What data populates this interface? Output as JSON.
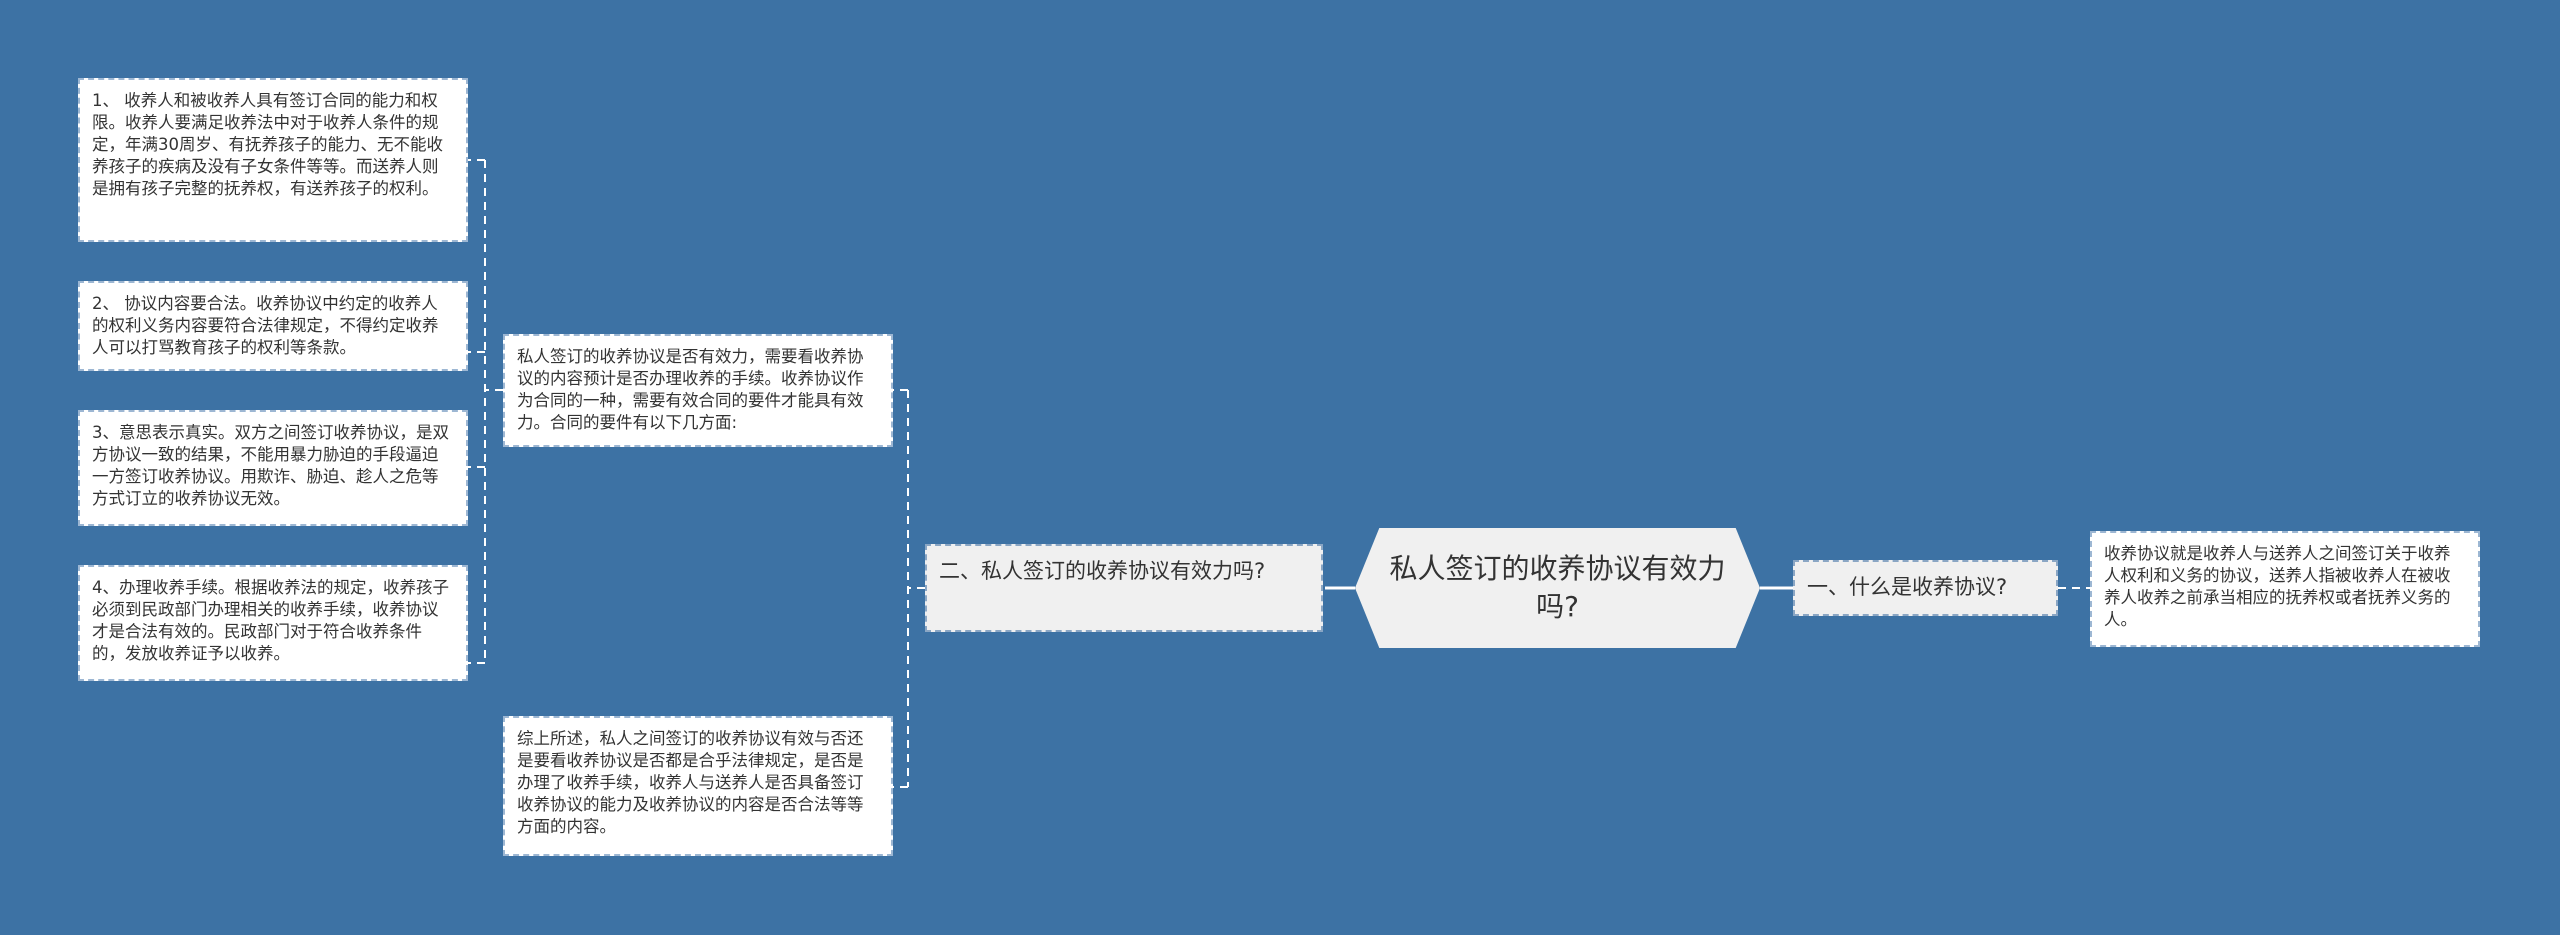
{
  "root": {
    "title": "私人签订的收养协议有效力吗?"
  },
  "right_branch": {
    "label": "一、什么是收养协议?",
    "children": [
      {
        "text": "收养协议就是收养人与送养人之间签订关于收养人权利和义务的协议，送养人指被收养人在被收养人收养之前承当相应的抚养权或者抚养义务的人。"
      }
    ]
  },
  "left_branch": {
    "label": "二、私人签订的收养协议有效力吗?",
    "children": [
      {
        "text": "私人签订的收养协议是否有效力，需要看收养协议的内容预计是否办理收养的手续。收养协议作为合同的一种，需要有效合同的要件才能具有效力。合同的要件有以下几方面:",
        "children": [
          {
            "text": "1、 收养人和被收养人具有签订合同的能力和权限。收养人要满足收养法中对于收养人条件的规定，年满30周岁、有抚养孩子的能力、无不能收养孩子的疾病及没有子女条件等等。而送养人则是拥有孩子完整的抚养权，有送养孩子的权利。"
          },
          {
            "text": "2、 协议内容要合法。收养协议中约定的收养人的权利义务内容要符合法律规定，不得约定收养人可以打骂教育孩子的权利等条款。"
          },
          {
            "text": "3、意思表示真实。双方之间签订收养协议，是双方协议一致的结果，不能用暴力胁迫的手段逼迫一方签订收养协议。用欺诈、胁迫、趁人之危等方式订立的收养协议无效。"
          },
          {
            "text": "4、办理收养手续。根据收养法的规定，收养孩子必须到民政部门办理相关的收养手续，收养协议才是合法有效的。民政部门对于符合收养条件的，发放收养证予以收养。"
          }
        ]
      },
      {
        "text": "综上所述，私人之间签订的收养协议有效与否还是要看收养协议是否都是合乎法律规定，是否是办理了收养手续，收养人与送养人是否具备签订收养协议的能力及收养协议的内容是否合法等等方面的内容。"
      }
    ]
  },
  "colors": {
    "background": "#3d72a4",
    "node_fill": "#f0f0f0",
    "leaf_fill": "#ffffff",
    "connector": "#ffffff"
  }
}
